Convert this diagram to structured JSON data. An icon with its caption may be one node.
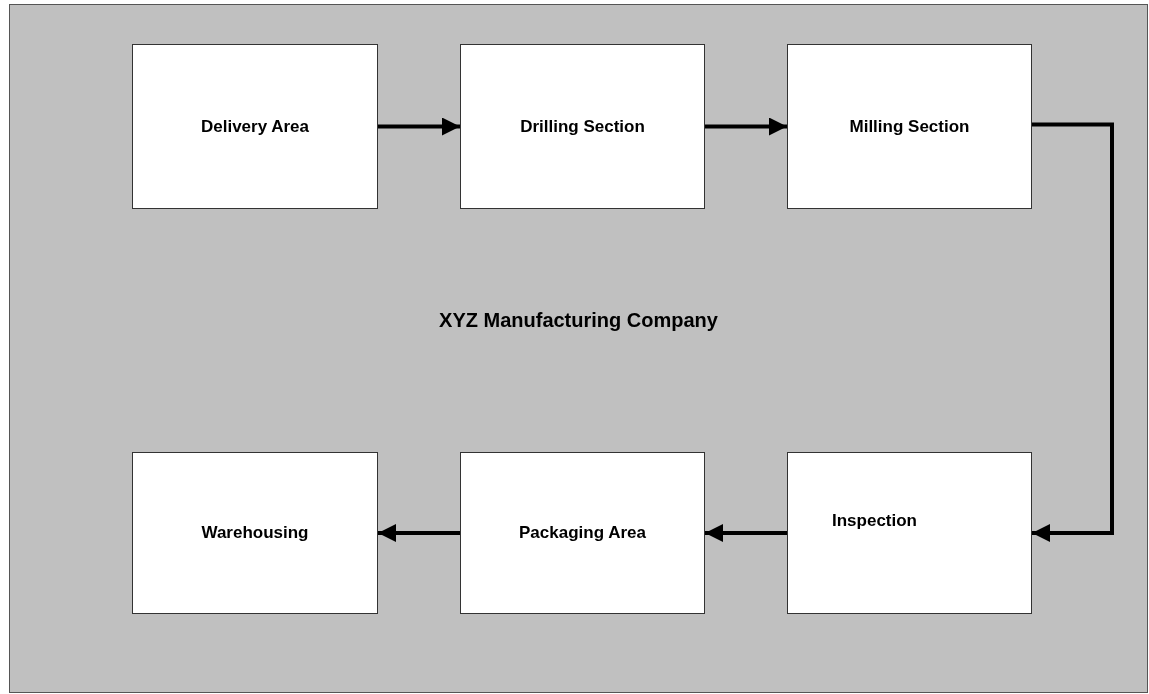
{
  "diagram": {
    "nodes": [
      {
        "text": [
          "XYZ Manufacturing Company"
        ]
      },
      {
        "text": [
          "Delivery Area"
        ],
        "in": 0
      },
      {
        "text": [
          "Drilling Section"
        ],
        "in": 0
      },
      {
        "text": [
          "Milling Section"
        ],
        "in": 0
      },
      {
        "text": [
          "Warehousing"
        ],
        "in": 0
      },
      {
        "text": [
          "Packaging Area"
        ],
        "in": 0
      },
      {
        "text": [
          "Inspection"
        ],
        "in": 0
      }
    ],
    "edges": [
      {
        "from": 1,
        "to": 2,
        "arrow": "to"
      },
      {
        "from": 2,
        "to": 3,
        "arrow": "to"
      },
      {
        "from": 3,
        "to": 6,
        "arrow": "to"
      },
      {
        "from": 6,
        "to": 5,
        "arrow": "to"
      },
      {
        "from": 5,
        "to": 4,
        "arrow": "to"
      }
    ]
  }
}
